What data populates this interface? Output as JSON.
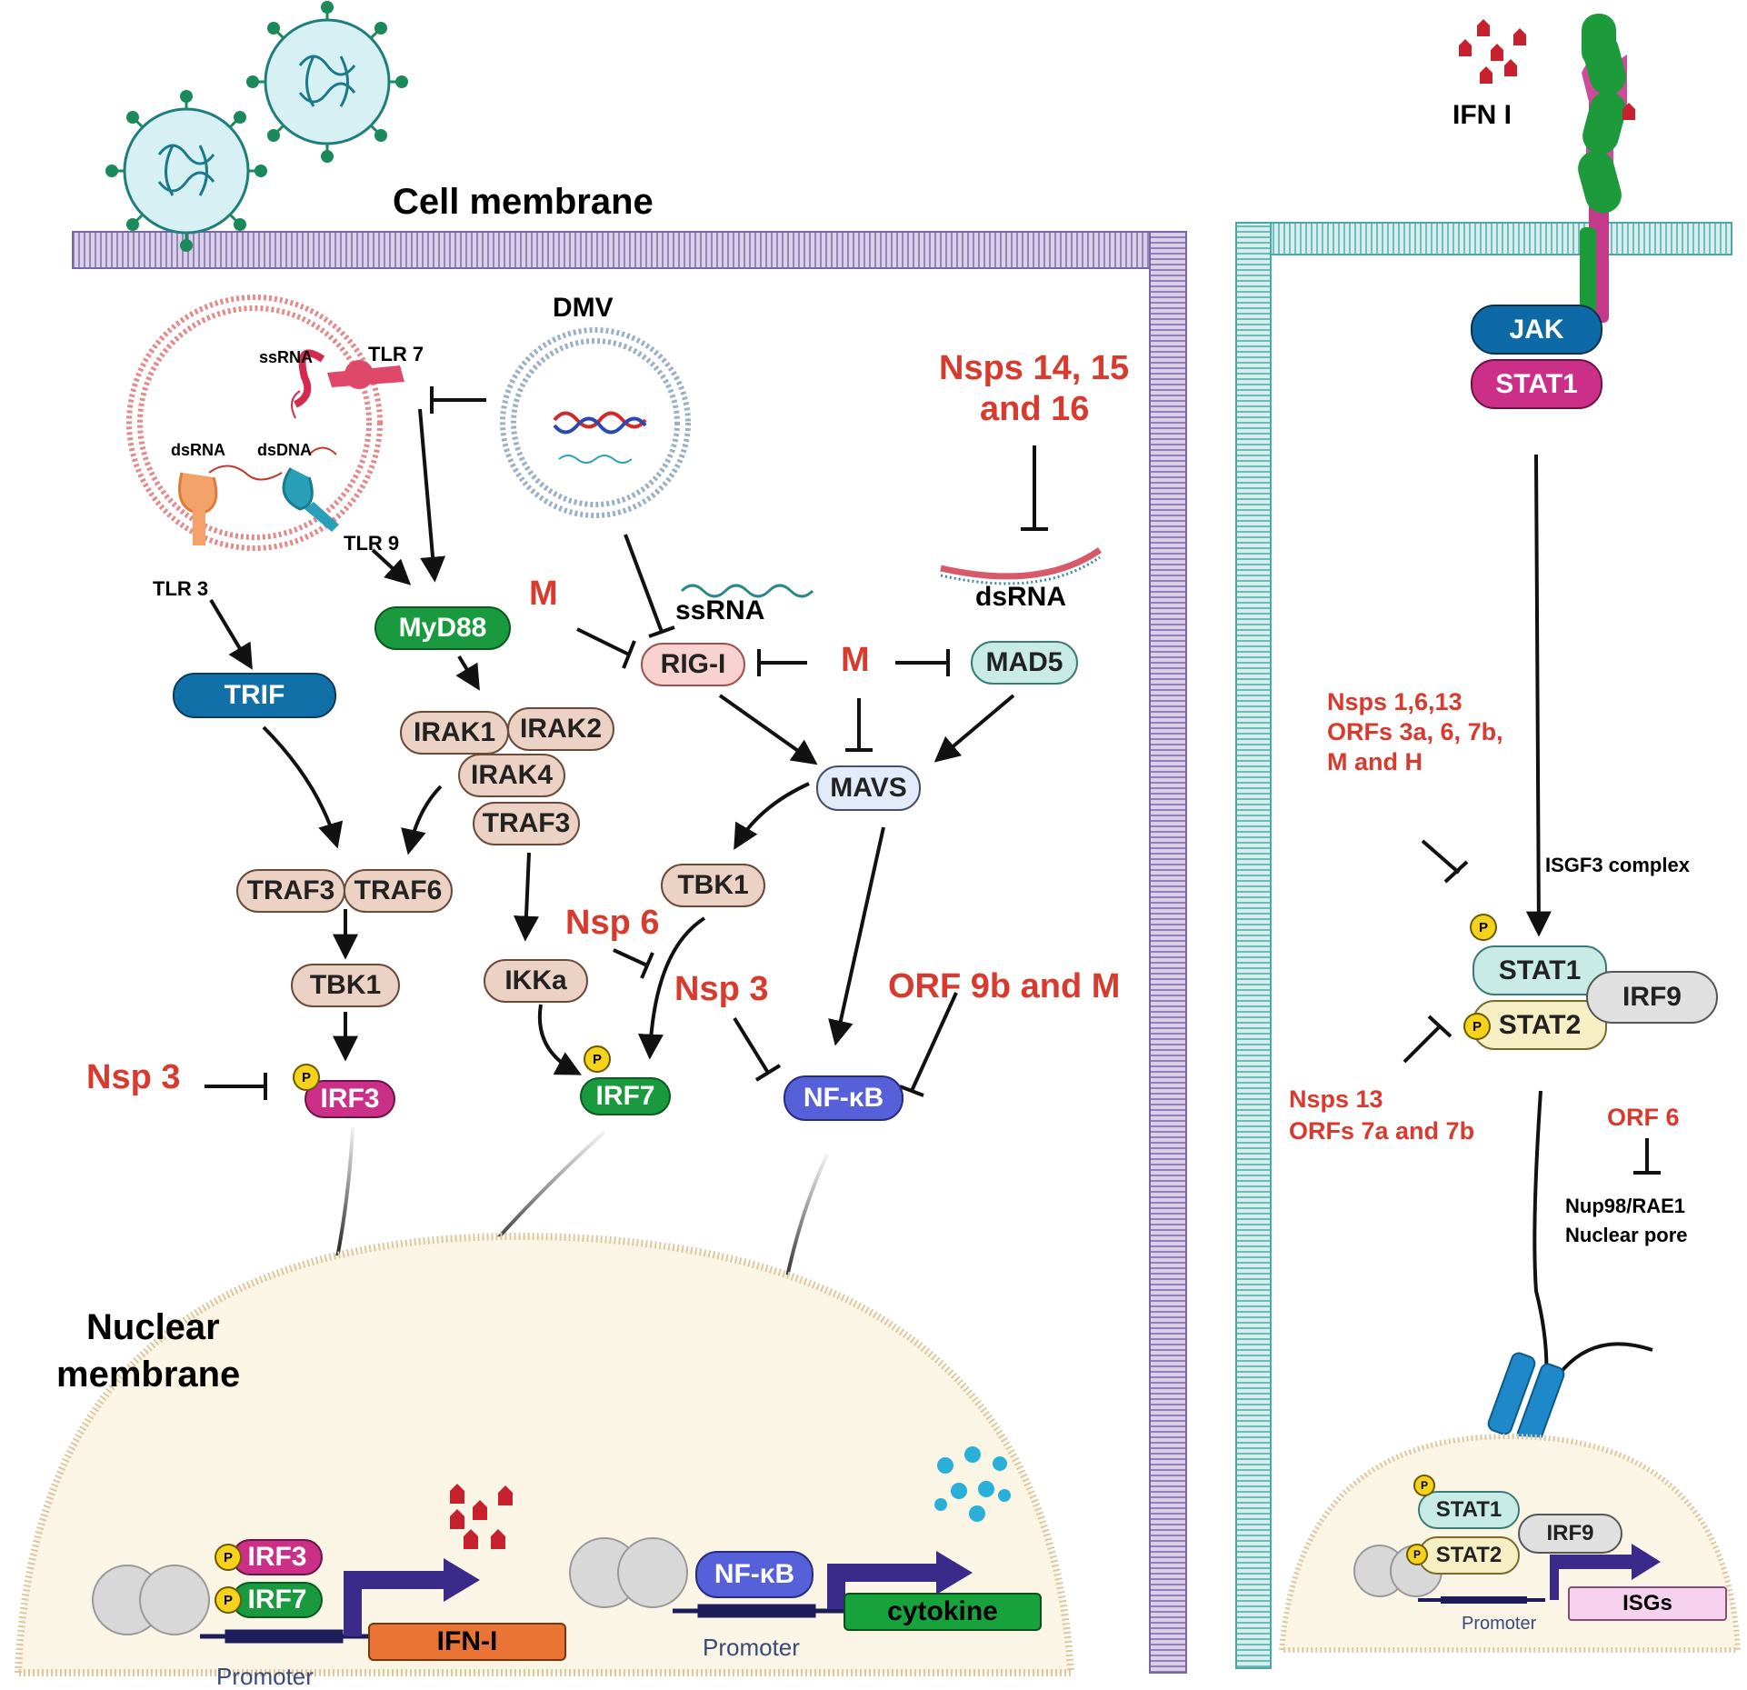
{
  "titles": {
    "cell_membrane": "Cell membrane",
    "nuclear_membrane_line1": "Nuclear",
    "nuclear_membrane_line2": "membrane"
  },
  "receptor_labels": {
    "dmv": "DMV",
    "ssrna_endo": "ssRNA",
    "tlr7": "TLR 7",
    "dsrna_endo": "dsRNA",
    "dsdna": "dsDNA",
    "tlr9": "TLR 9",
    "tlr3": "TLR 3",
    "ssrna": "ssRNA",
    "dsrna": "dsRNA",
    "ifn_i_top": "IFN I",
    "isgf3": "ISGF3 complex",
    "nup_line1": "Nup98/RAE1",
    "nup_line2": "Nuclear pore",
    "promoter_left": "Promoter",
    "promoter_mid": "Promoter",
    "promoter_right": "Promoter",
    "p": "P"
  },
  "proteins": {
    "myd88": "MyD88",
    "trif": "TRIF",
    "irak1": "IRAK1",
    "irak2": "IRAK2",
    "irak4": "IRAK4",
    "traf3_a": "TRAF3",
    "traf3_b": "TRAF3",
    "traf6": "TRAF6",
    "tbk1_a": "TBK1",
    "tbk1_b": "TBK1",
    "ikka": "IKKa",
    "irf3": "IRF3",
    "irf7": "IRF7",
    "rig_i": "RIG-I",
    "mad5": "MAD5",
    "mavs": "MAVS",
    "nfkb": "NF-κB",
    "irf3_nuc": "IRF3",
    "irf7_nuc": "IRF7",
    "ifn_i_gene": "IFN-I",
    "nfkb_nuc": "NF-κB",
    "cytokine": "cytokine",
    "jak": "JAK",
    "stat1_top": "STAT1",
    "stat1_mid": "STAT1",
    "stat2_mid": "STAT2",
    "irf9_mid": "IRF9",
    "stat1_nuc": "STAT1",
    "stat2_nuc": "STAT2",
    "irf9_nuc": "IRF9",
    "isgs": "ISGs"
  },
  "viral_inhibitors": {
    "nsps_14_line1": "Nsps 14, 15",
    "nsps_14_line2": "and 16",
    "m_top": "M",
    "m_center": "M",
    "nsp6": "Nsp 6",
    "nsp3_center": "Nsp 3",
    "orf9b": "ORF 9b and M",
    "nsp3_left": "Nsp 3",
    "nsps1_line1": "Nsps 1,6,13",
    "nsps1_line2": "ORFs 3a, 6, 7b,",
    "nsps1_line3": "M and H",
    "nsps13_line1": "Nsps 13",
    "nsps13_line2": "ORFs  7a and 7b",
    "orf6": "ORF 6"
  },
  "colors": {
    "membrane_purple": "#8f7ab5",
    "membrane_teal": "#6dc2c0",
    "inhibitor_red": "#d83a2e",
    "nucleus_fill": "#fbf5e6"
  }
}
